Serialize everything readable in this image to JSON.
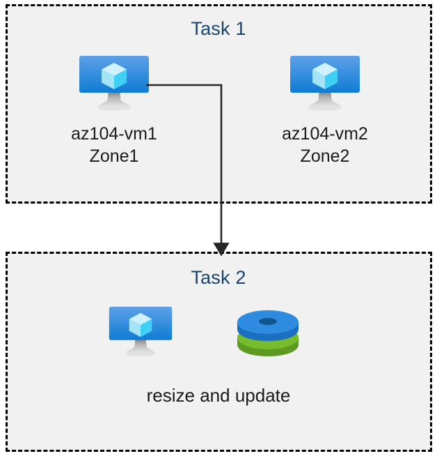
{
  "diagram": {
    "background_color": "#FFFFFF",
    "box_fill_color": "#F1F1F1",
    "box_border_color": "#000000",
    "title_color": "#16446E",
    "text_color": "#1A1A1A",
    "connector_color": "#262626"
  },
  "task1": {
    "title": "Task 1",
    "nodes": [
      {
        "icon": "virtual-machine-icon",
        "name": "az104-vm1",
        "zone": "Zone1",
        "caption": "az104-vm1\nZone1"
      },
      {
        "icon": "virtual-machine-icon",
        "name": "az104-vm2",
        "zone": "Zone2",
        "caption": "az104-vm2\nZone2"
      }
    ]
  },
  "task2": {
    "title": "Task 2",
    "nodes": [
      {
        "icon": "virtual-machine-icon"
      },
      {
        "icon": "managed-disks-icon"
      }
    ],
    "caption": "resize and update"
  },
  "connector": {
    "label": "",
    "from": "az104-vm1",
    "to": "Task 2"
  },
  "icon_colors": {
    "vm_screen_top": "#5EA0E8",
    "vm_screen_bottom": "#0F7CD3",
    "vm_stand": "#A6A6A6",
    "cube_top": "#CBF0FB",
    "cube_left": "#9EE3F7",
    "cube_right": "#41D0F5",
    "disk_blue": "#2E8BE0",
    "disk_blue_dark": "#1B6FC0",
    "disk_blue_hole": "#11558F",
    "disk_green": "#76BC2D",
    "disk_green_dark": "#5E9A22",
    "disk_green_hole": "#5E9A22"
  }
}
